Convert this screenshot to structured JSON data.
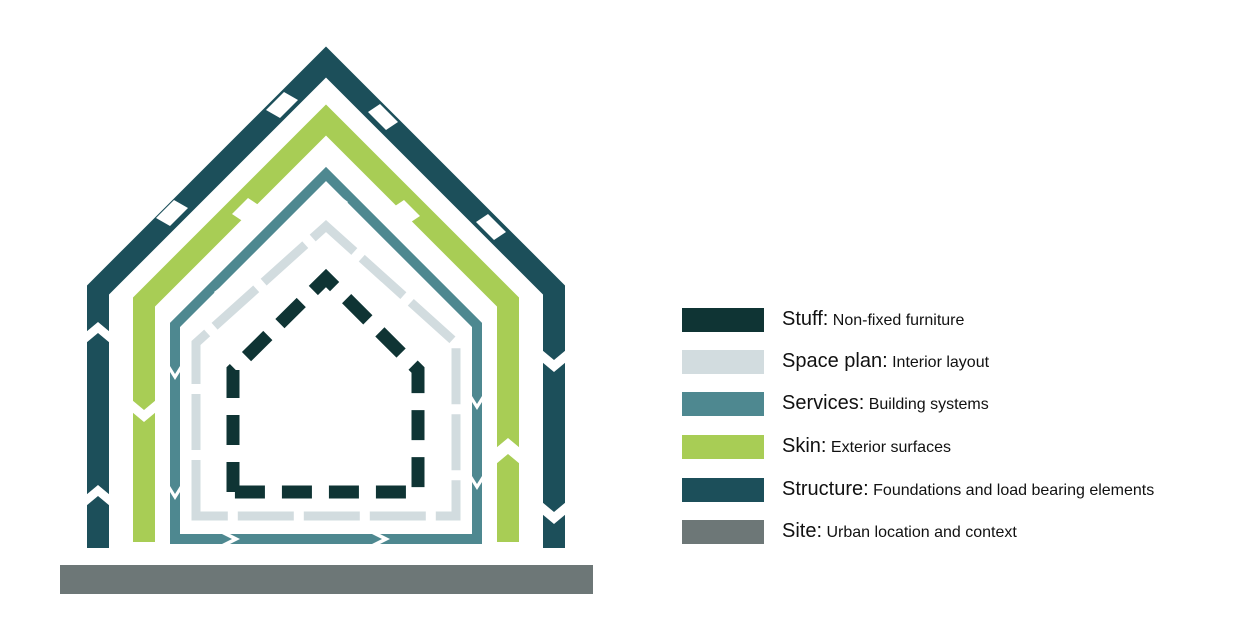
{
  "colors": {
    "structure": "#1c4f5a",
    "skin": "#a8cd55",
    "services": "#4e8890",
    "space_plan": "#d2dcdf",
    "stuff": "#0f3434",
    "site": "#6d7777"
  },
  "legend": [
    {
      "name": "Stuff:",
      "desc": "Non-fixed furniture",
      "color": "#0f3434"
    },
    {
      "name": "Space plan:",
      "desc": "Interior layout",
      "color": "#d2dcdf"
    },
    {
      "name": "Services:",
      "desc": "Building systems",
      "color": "#4e8890"
    },
    {
      "name": "Skin:",
      "desc": "Exterior surfaces",
      "color": "#a8cd55"
    },
    {
      "name": "Structure:",
      "desc": "Foundations and load bearing elements",
      "color": "#1c4f5a"
    },
    {
      "name": "Site:",
      "desc": "Urban location and context",
      "color": "#6d7777"
    }
  ]
}
